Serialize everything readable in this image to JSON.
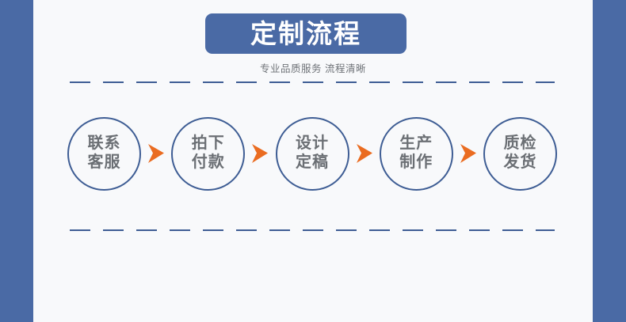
{
  "page": {
    "background_color": "#f8f9fb",
    "accent_blue": "#4a6aa5",
    "outline_blue": "#3e5d94",
    "arrow_orange": "#ea6c21",
    "text_gray": "#6b6f74"
  },
  "header": {
    "title": "定制流程",
    "subtitle": "专业品质服务 流程清晰"
  },
  "flow": {
    "steps": [
      {
        "line1": "联系",
        "line2": "客服"
      },
      {
        "line1": "拍下",
        "line2": "付款"
      },
      {
        "line1": "设计",
        "line2": "定稿"
      },
      {
        "line1": "生产",
        "line2": "制作"
      },
      {
        "line1": "质检",
        "line2": "发货"
      }
    ],
    "arrow_icon": "chevron-right-icon"
  }
}
